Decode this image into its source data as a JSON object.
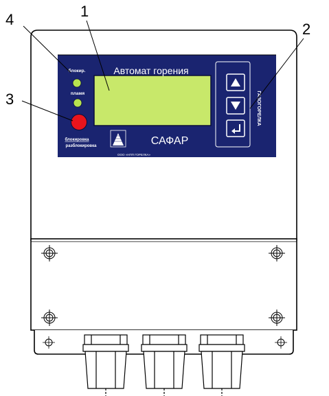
{
  "callouts": {
    "c1": "1",
    "c2": "2",
    "c3": "3",
    "c4": "4"
  },
  "panel": {
    "title": "Автомат горения",
    "brand": "САФАР",
    "led1_label": "блокир.",
    "led2_label": "пламя",
    "lock_label": "блокировка",
    "unlock_label": "разблокировка",
    "vertical_text": "ГАЗОГОРЕЛКА",
    "company": "ООО «НПП ГОРЕЛКА»"
  },
  "colors": {
    "panel": "#1a2470",
    "lcd": "#c8e86a",
    "led": "#b7e34f",
    "reset_button": "#e8141c",
    "outline": "#000000"
  },
  "icons": {
    "up": "arrow-up-icon",
    "down": "arrow-down-icon",
    "enter": "enter-icon",
    "logo": "safar-logo-icon"
  }
}
